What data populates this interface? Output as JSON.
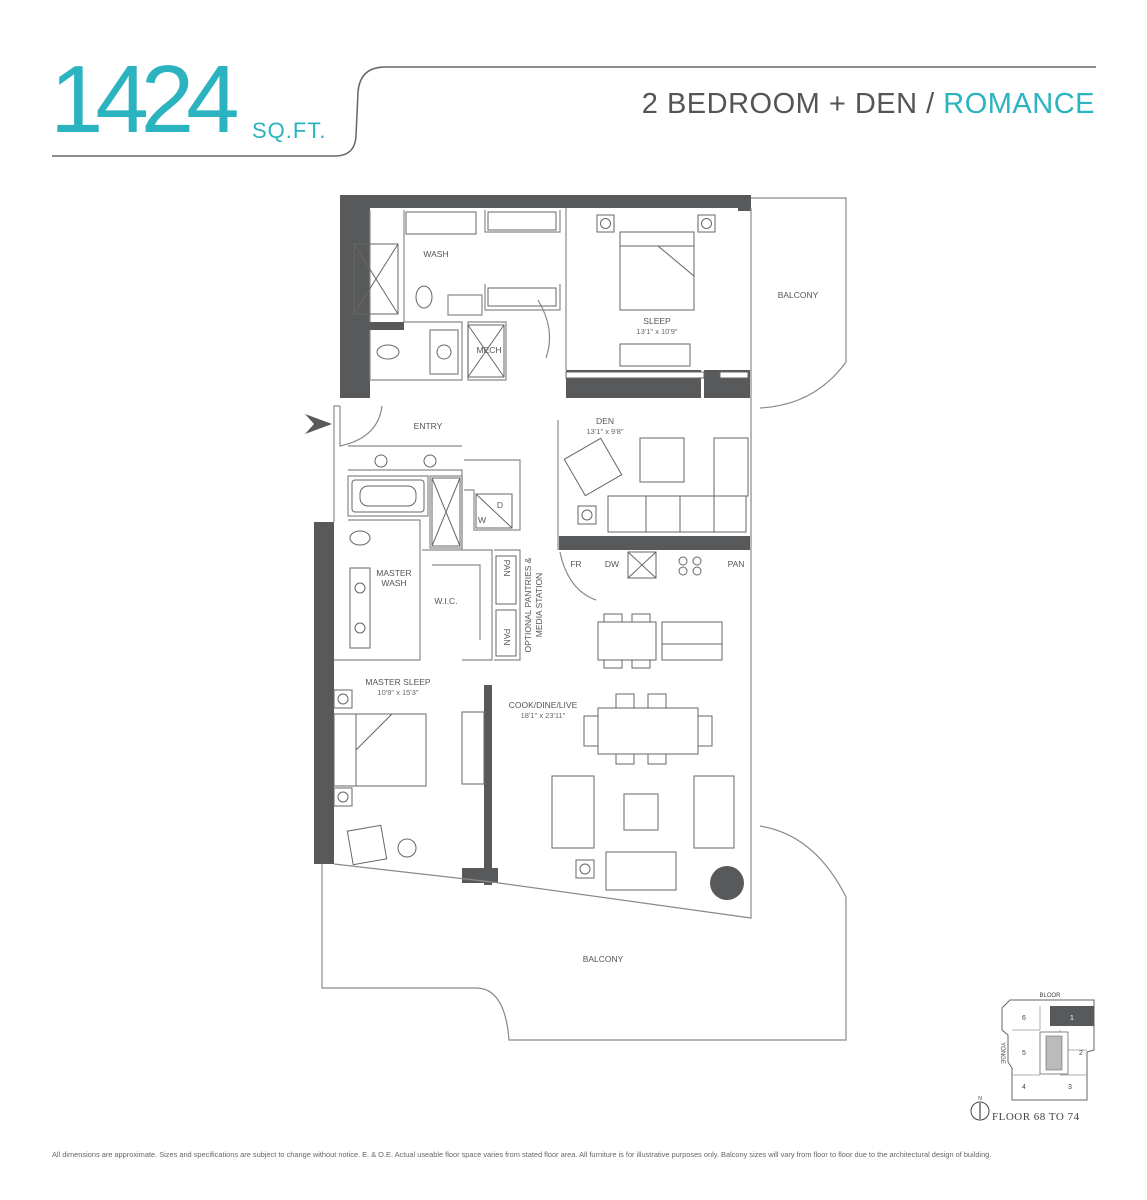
{
  "header": {
    "area_number": "1424",
    "area_unit": "SQ.FT.",
    "unit_type": "2 BEDROOM + DEN /",
    "suite_name": "ROMANCE"
  },
  "rooms": {
    "wash": "WASH",
    "mech": "MECH",
    "sleep": "SLEEP",
    "sleep_dim": "13'1\" x 10'9\"",
    "balcony_east": "BALCONY",
    "entry": "ENTRY",
    "den": "DEN",
    "den_dim": "13'1\" x 9'8\"",
    "washer": "W",
    "dryer": "D",
    "master_wash_1": "MASTER",
    "master_wash_2": "WASH",
    "wic": "W.I.C.",
    "pantry_1": "PAN",
    "pantry_2": "PAN",
    "optional_1": "OPTIONAL PANTRIES &",
    "optional_2": "MEDIA STATION",
    "fridge": "FR",
    "dishwasher": "DW",
    "pantry_3": "PAN",
    "master_sleep": "MASTER SLEEP",
    "master_sleep_dim": "10'9\" x 15'3\"",
    "cook_dine_live": "COOK/DINE/LIVE",
    "cook_dim": "18'1\" x 23'11\"",
    "balcony_south": "BALCONY"
  },
  "keyplan": {
    "street_top": "BLOOR",
    "street_left": "YONGE",
    "north": "N",
    "units": [
      "1",
      "2",
      "3",
      "4",
      "5",
      "6"
    ],
    "floor_label": "FLOOR 68 TO 74"
  },
  "colors": {
    "accent": "#2bb3c0",
    "wall": "#58595b",
    "line": "#8a8a8a"
  },
  "disclaimer": "All dimensions are approximate. Sizes and specifications are subject to change without notice. E. & O.E. Actual useable floor space varies from stated floor area. All furniture is for illustrative purposes only. Balcony sizes will vary from floor to floor due to the architectural design of building."
}
